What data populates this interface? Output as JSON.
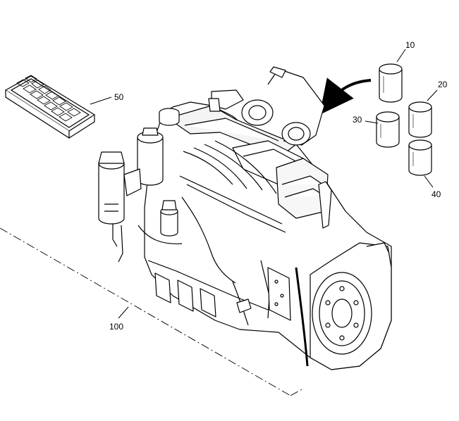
{
  "diagram": {
    "callouts": [
      {
        "id": "10",
        "label": "10"
      },
      {
        "id": "20",
        "label": "20"
      },
      {
        "id": "30",
        "label": "30"
      },
      {
        "id": "40",
        "label": "40"
      },
      {
        "id": "50",
        "label": "50"
      },
      {
        "id": "100",
        "label": "100"
      }
    ],
    "parts": [
      {
        "label": "10",
        "icon": "filter-cartridge-icon"
      },
      {
        "label": "20",
        "icon": "filter-cartridge-icon"
      },
      {
        "label": "30",
        "icon": "filter-cartridge-icon"
      },
      {
        "label": "40",
        "icon": "filter-cartridge-icon"
      },
      {
        "label": "50",
        "icon": "air-filter-panel-icon"
      },
      {
        "label": "100",
        "icon": "engine-assembly-icon"
      }
    ],
    "line_color": "#000000",
    "background": "#ffffff"
  }
}
